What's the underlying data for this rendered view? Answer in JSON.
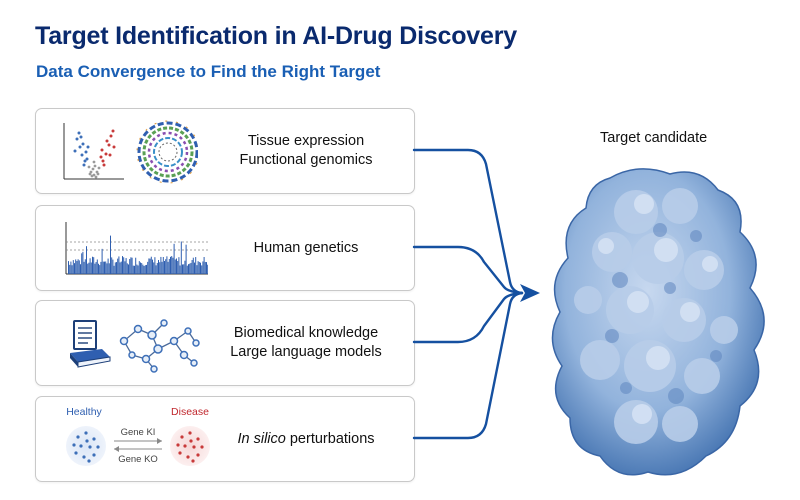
{
  "title": "Target Identification in AI-Drug Discovery",
  "subtitle": "Data Convergence to Find the Right Target",
  "cards": [
    {
      "lines": [
        "Tissue expression",
        "Functional genomics"
      ],
      "icon": "volcano-plot-and-circos-plot"
    },
    {
      "lines": [
        "Human genetics"
      ],
      "icon": "manhattan-plot"
    },
    {
      "lines": [
        "Biomedical knowledge",
        "Large language models"
      ],
      "icon": "documents-and-knowledge-graph"
    },
    {
      "lines_rich": {
        "italic": "In silico",
        "rest": " perturbations"
      },
      "icon": "cell-state-transition"
    }
  ],
  "perturbation": {
    "healthy": "Healthy",
    "disease": "Disease",
    "gene_ki": "Gene KI",
    "gene_ko": "Gene KO"
  },
  "target_label": "Target candidate",
  "colors": {
    "title": "#0a2a6e",
    "subtitle": "#1a5fb4",
    "arrows": "#1550a0",
    "healthy": "#2f5fb0",
    "disease": "#c0272d",
    "protein": "#8fb0d8"
  }
}
